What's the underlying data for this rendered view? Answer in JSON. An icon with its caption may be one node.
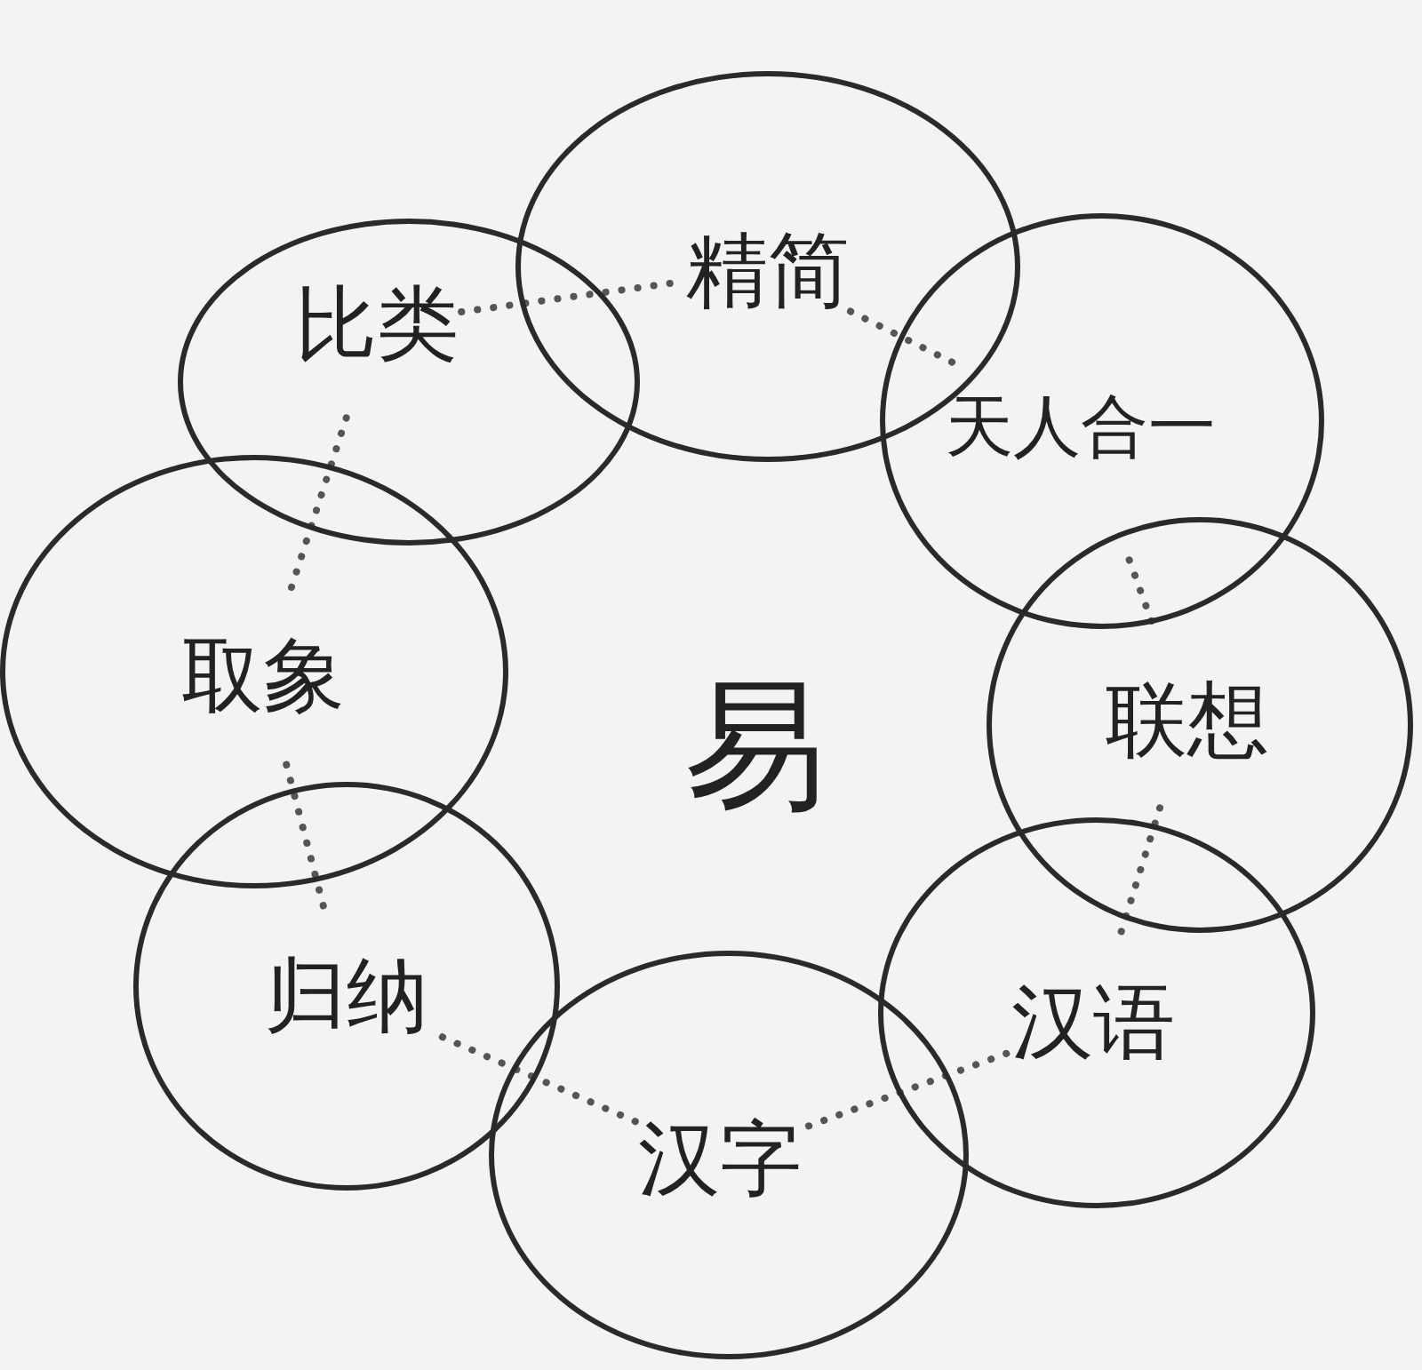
{
  "diagram": {
    "nodes": [
      {
        "text": [
          "比类"
        ]
      },
      {
        "text": [
          "精简"
        ]
      },
      {
        "text": [
          "天人合一"
        ]
      },
      {
        "text": [
          "联想"
        ]
      },
      {
        "text": [
          "汉语"
        ]
      },
      {
        "text": [
          "汉字"
        ]
      },
      {
        "text": [
          "归纳"
        ]
      },
      {
        "text": [
          "取象"
        ]
      }
    ],
    "edges": [
      {
        "from": 0,
        "to": 1,
        "arrow": "none",
        "style": "dashed"
      },
      {
        "from": 1,
        "to": 2,
        "arrow": "none",
        "style": "dashed"
      },
      {
        "from": 2,
        "to": 3,
        "arrow": "none",
        "style": "dashed"
      },
      {
        "from": 3,
        "to": 4,
        "arrow": "none",
        "style": "dashed"
      },
      {
        "from": 4,
        "to": 5,
        "arrow": "none",
        "style": "dashed"
      },
      {
        "from": 5,
        "to": 6,
        "arrow": "none",
        "style": "dashed"
      },
      {
        "from": 6,
        "to": 7,
        "arrow": "none",
        "style": "dashed"
      },
      {
        "from": 7,
        "to": 0,
        "arrow": "none",
        "style": "dashed"
      }
    ],
    "labels": [
      "易"
    ]
  }
}
